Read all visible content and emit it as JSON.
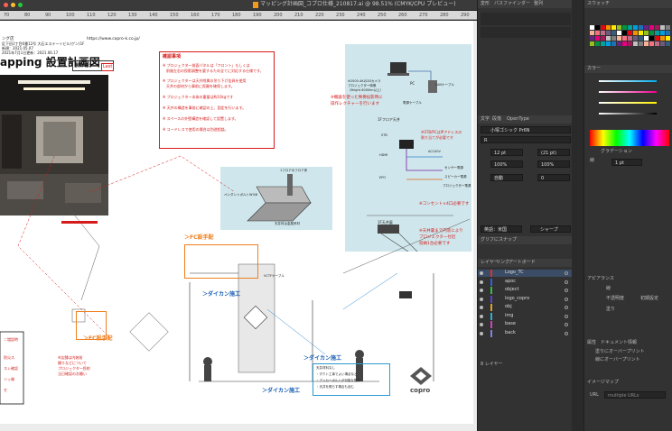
{
  "window": {
    "tab_title": "マッピング計画図_コプロ仕様_210817.ai @ 98.51% (CMYK/CPU プレビュー)"
  },
  "ruler": {
    "ticks": [
      "70",
      "80",
      "90",
      "100",
      "110",
      "120",
      "130",
      "140",
      "150",
      "160",
      "170",
      "180",
      "190",
      "200",
      "210",
      "220",
      "230",
      "240",
      "250",
      "260",
      "270",
      "280",
      "290"
    ]
  },
  "doc": {
    "company_lines": [
      "ング店",
      "区下田1丁目6番12号 大石エステートビル(ゲン)1F",
      "新規：2021.05.07",
      "2021年7月1日更新：2021.06.17"
    ],
    "url": "https://www.copro-k.co.jp/",
    "title": "apping 設置計画図",
    "author_label": "製作者：",
    "author_value": "Lest",
    "notes_title": "確認事項",
    "notes": [
      "※ プロジェクター前面パネルは「フロント」もしくは",
      "　前後左右の投影調整を要するため全てに対応する仕様です。",
      "※ プロジェクターは天井附属の吊り下げ金具を使用",
      "　天井の部材から事前に距離を確保します。",
      "※ プロジェクター本体の重量は約10kgです",
      "※ 天井の構造を事前に確認の上、固定を行います。",
      "※ スペースの外壁構造を確認して設置します。",
      "※ コードレスで使用の場合は別途相談。"
    ],
    "callout_tv": {
      "lines": [
        "※2000-4Kの2Dカメラ",
        "プロジェクター映像",
        "（Bright 6000lm以上）"
      ]
    },
    "pc_label": "PC",
    "lan_label": "LANケーブル",
    "lan_sub": "電源ケーブル",
    "red_note_1": "※機器を使った映像投影時に",
    "red_note_1b": "操作レクチャーを行います",
    "red_note_2": "※STB/PCはIPアドレスの",
    "red_note_2b": "割り当てが必要です",
    "red_note_3": "※コンセント×4口必要です",
    "red_note_4": "※天井裏まで内装により",
    "red_note_4b": "プロジェクター付近",
    "red_note_4c": "収納1台必要です",
    "wiring_labels": [
      "1Fフロア天井",
      "STB",
      "HDMI",
      "AC100V",
      "EPO",
      "センサー電源",
      "スピーカー電源",
      "プロジェクター電源",
      "1F天井裏"
    ],
    "fc_label": "＞FC設手配",
    "fc_label2": "＞FC設手配",
    "daikan_1": "＞ダイカン施工",
    "daikan_2": "＞ダイカン施工",
    "daikan_3": "＞ダイカン施工",
    "construction_note": [
      "天井材料なし",
      "・ダクト工事でよい場合など",
      "・アンカーボルトが可能な限り",
      "・天井を照らす場合も含む"
    ],
    "bracket_note": [
      "1フロアのフロア床",
      "ペンダントボルトW3/8",
      "天井材は金属吊材"
    ],
    "side_note_red": [
      "※店舗は内装前",
      "撮りなどについて",
      "プロジェクター投射",
      "当日確認のお願い"
    ],
    "cable_label": "VCTFケーブル",
    "logo_text": "copro",
    "left_labels": [
      "＝増設時",
      "防災ス",
      "スレ確認",
      "ンッ端",
      "セ"
    ]
  },
  "panels": {
    "mid_tabs": [
      "変形",
      "パスファインダー",
      "整列"
    ],
    "char_tabs": [
      "文字",
      "段落",
      "OpenType"
    ],
    "font_name": "小塚ゴシック Pr6N",
    "font_style": "R",
    "size_value": "12 pt",
    "leading_value": "(21 pt)",
    "tracking_value": "100%",
    "scale_value": "100%",
    "kerning_value": "自動",
    "aki_value": "0",
    "lang_label": "英語：米国",
    "aa_label": "シャープ",
    "glyph_tab": "グリフにスナップ",
    "layer_tabs": [
      "レイヤー",
      "リンク",
      "アートボード"
    ],
    "layers": [
      {
        "name": "Logo_TC",
        "color": "#e03030"
      },
      {
        "name": "apoc",
        "color": "#3060e0"
      },
      {
        "name": "object",
        "color": "#30c040"
      },
      {
        "name": "logo_copro",
        "color": "#6040d0"
      },
      {
        "name": "obj",
        "color": "#e0a020"
      },
      {
        "name": "img",
        "color": "#30b0d0"
      },
      {
        "name": "base",
        "color": "#d040c0"
      },
      {
        "name": "back",
        "color": "#8080e0"
      }
    ],
    "layer_footer": "8 レイヤー",
    "right_tabs": [
      "スウォッチ"
    ],
    "color_tab": "カラー",
    "gradient_tab": "グラデーション",
    "stroke_tab": "線",
    "stroke_weight": "1 pt",
    "appearance_tab": "アピアランス",
    "opacity_label": "不透明度",
    "opacity_value": "初期設定",
    "fill_label": "塗り",
    "stroke_label": "線",
    "attr_tab": "属性",
    "doc_info_tab": "ドキュメント情報",
    "overprint_fill": "塗りにオーバープリント",
    "overprint_stroke": "線にオーバープリント",
    "image_map": "イメージマップ",
    "url_label": "URL",
    "url_value": "multiple URLs"
  },
  "colors": {
    "accent_red": "#d61a1a",
    "diagram_bg": "#cfe7ec",
    "orange": "#f08020",
    "blue_label": "#1a5fb4"
  }
}
